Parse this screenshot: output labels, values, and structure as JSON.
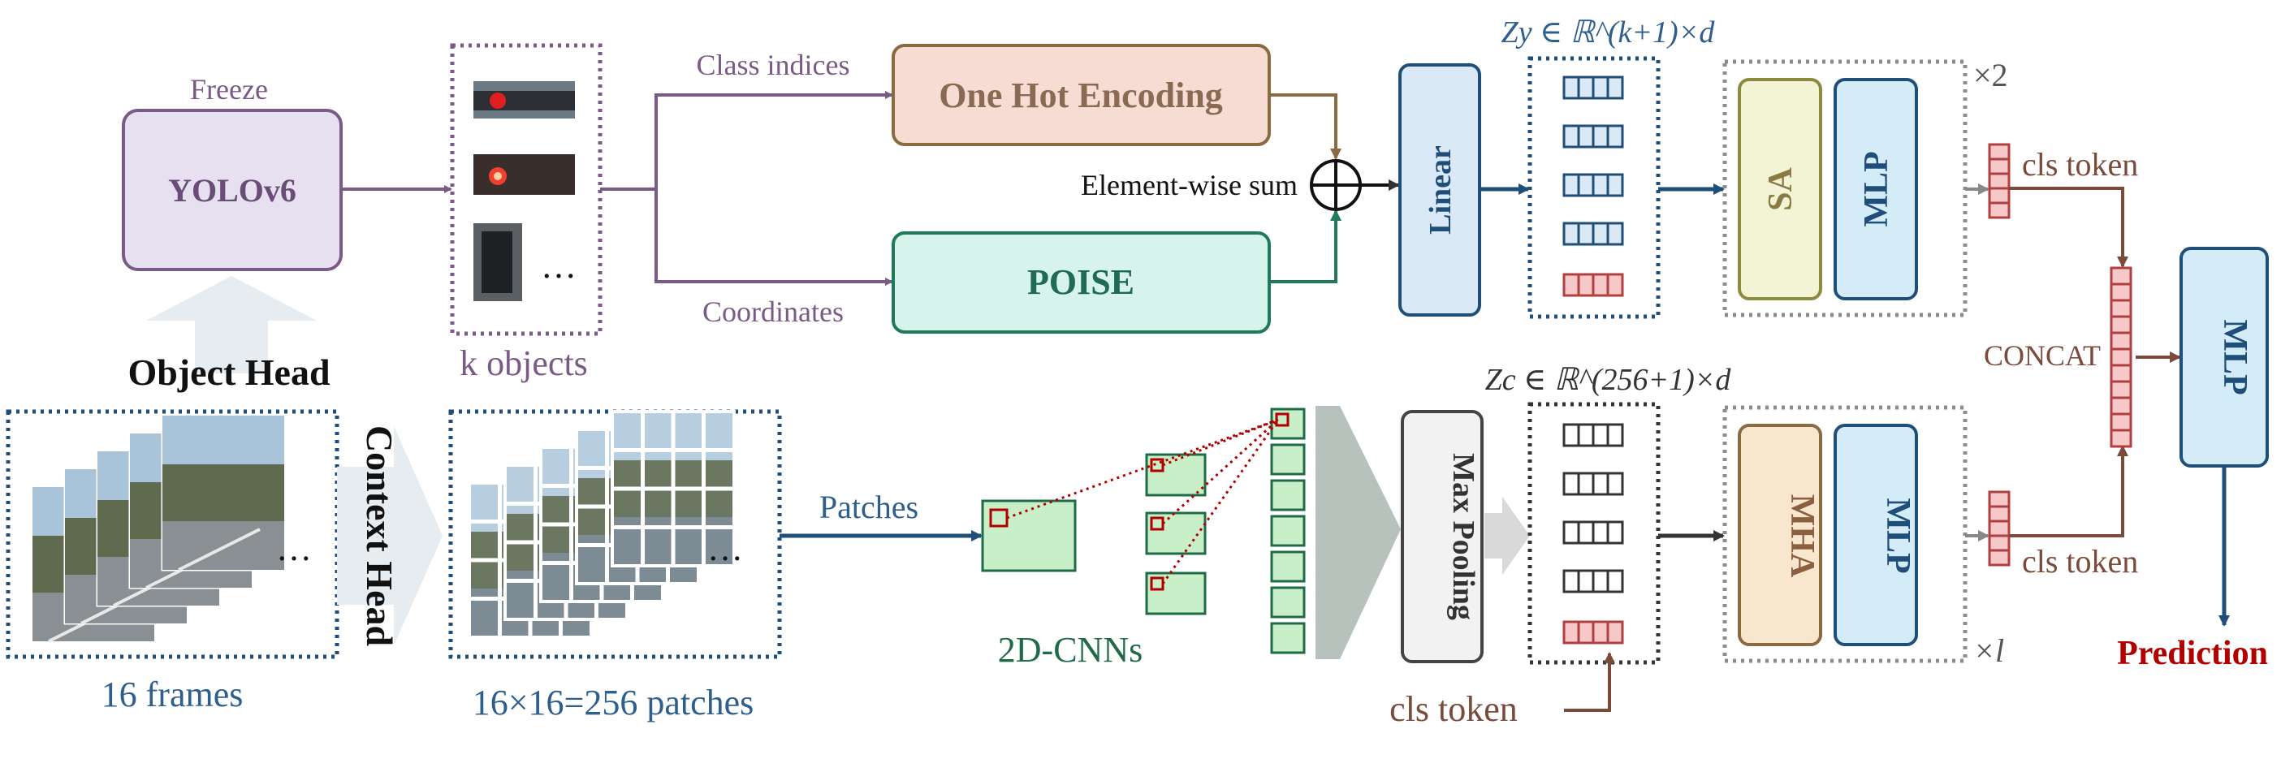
{
  "object_branch": {
    "freeze_label": "Freeze",
    "yolo_label": "YOLOv6",
    "objects_caption": "k objects",
    "class_indices_label": "Class indices",
    "coordinates_label": "Coordinates",
    "one_hot_label": "One Hot Encoding",
    "poise_label": "POISE",
    "element_wise_label": "Element-wise sum",
    "linear_label": "Linear",
    "zy_label": "Zy ∈ ℝ^(k+1)×d",
    "sa_label": "SA",
    "mlp_label": "MLP",
    "repeat_label": "×2",
    "cls_token_label": "cls token",
    "head_label": "Object Head",
    "ellipsis": "…"
  },
  "context_branch": {
    "head_label": "Context Head",
    "frames_caption": "16 frames",
    "patches_caption": "16×16=256 patches",
    "patches_label": "Patches",
    "cnn_caption": "2D-CNNs",
    "maxpool_label": "Max Pooling",
    "zc_label": "Zc ∈ ℝ^(256+1)×d",
    "cls_token_bottom": "cls token",
    "mha_label": "MHA",
    "mlp_label": "MLP",
    "repeat_label": "×l",
    "cls_token_label": "cls token",
    "ellipsis": "…"
  },
  "fusion": {
    "concat_label": "CONCAT",
    "mlp_label": "MLP",
    "prediction_label": "Prediction"
  },
  "colors": {
    "purple": "#7a5a86",
    "blue": "#1f4e79",
    "green": "#1f6b47",
    "red_token": "#f7c8c8",
    "prediction": "#b00000"
  }
}
